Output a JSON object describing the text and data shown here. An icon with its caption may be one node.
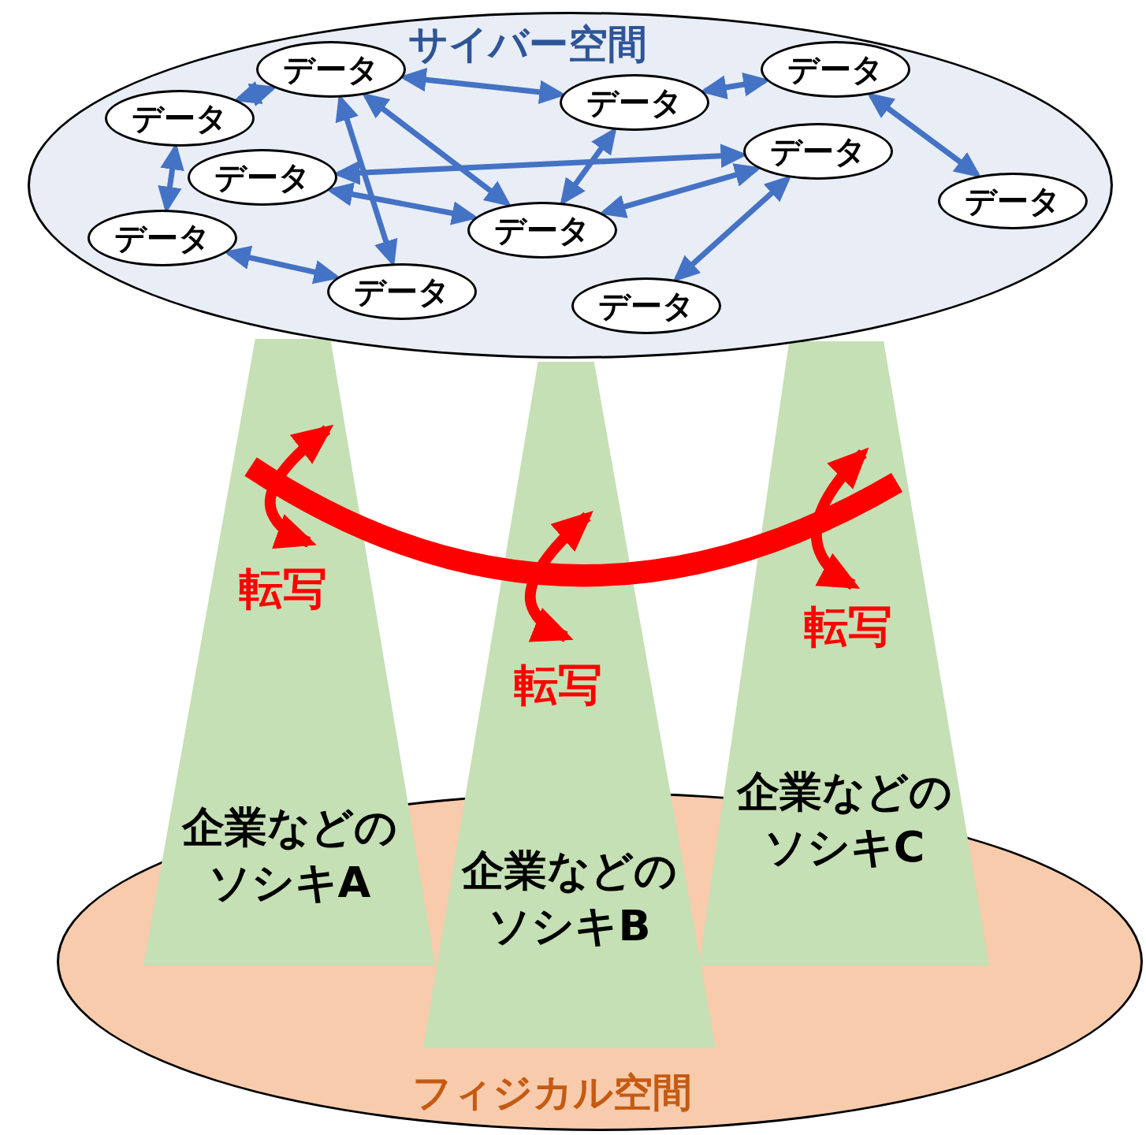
{
  "diagram": {
    "nodes": [
      {
        "text": [
          "サイバー空間"
        ]
      },
      {
        "text": [
          "データ"
        ],
        "in": 0
      },
      {
        "text": [
          "データ"
        ],
        "in": 0
      },
      {
        "text": [
          "データ"
        ],
        "in": 0
      },
      {
        "text": [
          "データ"
        ],
        "in": 0
      },
      {
        "text": [
          "データ"
        ],
        "in": 0
      },
      {
        "text": [
          "データ"
        ],
        "in": 0
      },
      {
        "text": [
          "データ"
        ],
        "in": 0
      },
      {
        "text": [
          "データ"
        ],
        "in": 0
      },
      {
        "text": [
          "データ"
        ],
        "in": 0
      },
      {
        "text": [
          "データ"
        ],
        "in": 0
      },
      {
        "text": [
          "データ"
        ],
        "in": 0
      },
      {
        "text": [
          "企業などのソシキA"
        ]
      },
      {
        "text": [
          "企業などのソシキB"
        ]
      },
      {
        "text": [
          "企業などのソシキC"
        ]
      },
      {
        "text": [
          "フィジカル空間"
        ]
      }
    ],
    "edges": [
      {
        "from": 1,
        "to": 4,
        "arrow": "both"
      },
      {
        "from": 4,
        "to": 9,
        "arrow": "both"
      },
      {
        "from": 1,
        "to": 3,
        "arrow": "both"
      },
      {
        "from": 3,
        "to": 2,
        "arrow": "both"
      },
      {
        "from": 2,
        "to": 7,
        "arrow": "both"
      },
      {
        "from": 1,
        "to": 10,
        "arrow": "both"
      },
      {
        "from": 1,
        "to": 8,
        "arrow": "both"
      },
      {
        "from": 6,
        "to": 5,
        "arrow": "both"
      },
      {
        "from": 6,
        "to": 8,
        "arrow": "both"
      },
      {
        "from": 9,
        "to": 10,
        "arrow": "both"
      },
      {
        "from": 3,
        "to": 8,
        "arrow": "both"
      },
      {
        "from": 8,
        "to": 5,
        "arrow": "both"
      },
      {
        "from": 11,
        "to": 5,
        "arrow": "both"
      }
    ],
    "labels": [
      "転写",
      "転写",
      "転写"
    ]
  }
}
